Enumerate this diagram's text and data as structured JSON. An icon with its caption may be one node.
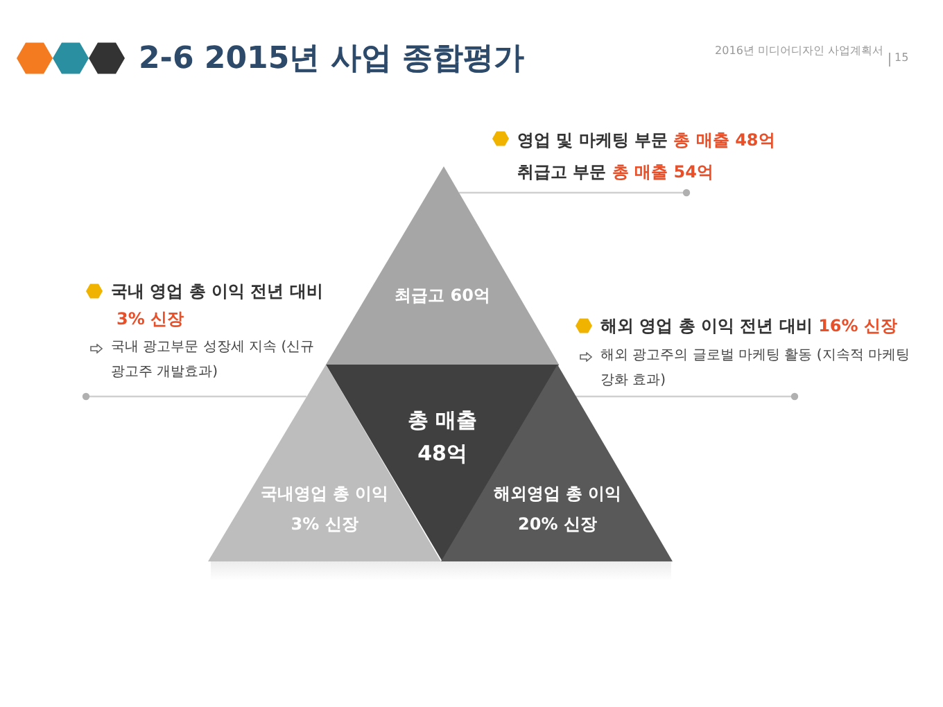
{
  "diagram": {
    "title": "2-6 2015년 사업 종합평가",
    "nodes": [
      {
        "text": [
          "최급고 60억"
        ]
      },
      {
        "text": [
          "총 매출 48억"
        ]
      },
      {
        "text": [
          "국내영업 총 이익 3% 신장"
        ]
      },
      {
        "text": [
          "해외영업 총 이익 20% 신장"
        ]
      },
      {
        "text": [
          "영업 및 마케팅 부문 **총 매출 48억**",
          "취급고 부문 **총 매출 54억**"
        ]
      },
      {
        "text": [
          "국내 영업 총 이익 전년 대비 **3% 신장**",
          "국내 광고부문 성장세 지속 (신규 광고주 개발효과)"
        ]
      },
      {
        "text": [
          "해외 영업 총 이익 전년 대비 **16% 신장**",
          "해외 광고주의 글로벌 마케팅 활동 (지속적 마케팅 강화 효과)"
        ]
      }
    ],
    "edges": [
      {
        "from": 4,
        "to": 0,
        "arrow": "other"
      },
      {
        "from": 5,
        "to": 2,
        "arrow": "other"
      },
      {
        "from": 6,
        "to": 3,
        "arrow": "other"
      }
    ],
    "labels": [
      "2016년 미디어디자인 사업계획서",
      "15"
    ]
  }
}
